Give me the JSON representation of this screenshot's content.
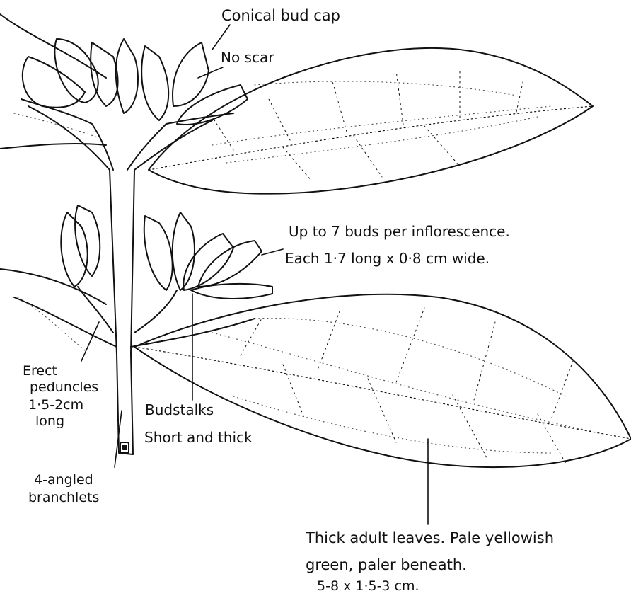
{
  "labels": {
    "conical_bud_cap": "Conical bud cap",
    "no_scar": "No scar",
    "buds_line1": "Up to 7 buds per inflorescence.",
    "buds_line2": "Each 1·7 long x 0·8 cm wide.",
    "peduncles_line1": "Erect",
    "peduncles_line2": "peduncles",
    "peduncles_line3": "1·5-2cm",
    "peduncles_line4": "long",
    "budstalks_line1": "Budstalks",
    "budstalks_line2": "Short and thick",
    "branchlets_line1": "4-angled",
    "branchlets_line2": "branchlets",
    "leaves_line1": "Thick adult leaves. Pale yellowish",
    "leaves_line2": "green, paler beneath.",
    "leaves_line3": "5-8 x 1·5-3 cm."
  },
  "colors": {
    "ink": "#111111",
    "stipple": "#555555",
    "paper": "#ffffff"
  }
}
